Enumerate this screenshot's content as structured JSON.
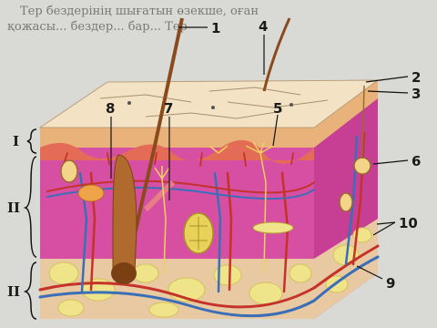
{
  "background_text": {
    "lines": [
      "Тер бездерінің шығатын өзекше, оған",
      "қожасы... бездер... бар... Тер",
      "...",
      "...",
      "...",
      "...",
      "...",
      "...",
      "...",
      "...",
      "...",
      "...",
      "...",
      "...",
      "...",
      "...",
      "...",
      "...",
      "...",
      "..."
    ]
  },
  "labels": {
    "n1": "1",
    "n2": "2",
    "n3": "3",
    "n4": "4",
    "n5": "5",
    "n6": "6",
    "n7": "7",
    "n8": "8",
    "n9": "9",
    "n10": "10",
    "layer_I": "I",
    "layer_II": "II",
    "layer_III": "II"
  },
  "colors": {
    "epidermis": "#f3e3c4",
    "epidermis_edge": "#e9b27a",
    "dermis": "#d64fa3",
    "dermis_side": "#c63f94",
    "fat": "#efe489",
    "vessel_red": "#c4322a",
    "vessel_blue": "#3a6fb8",
    "hair": "#8a4a1e"
  }
}
